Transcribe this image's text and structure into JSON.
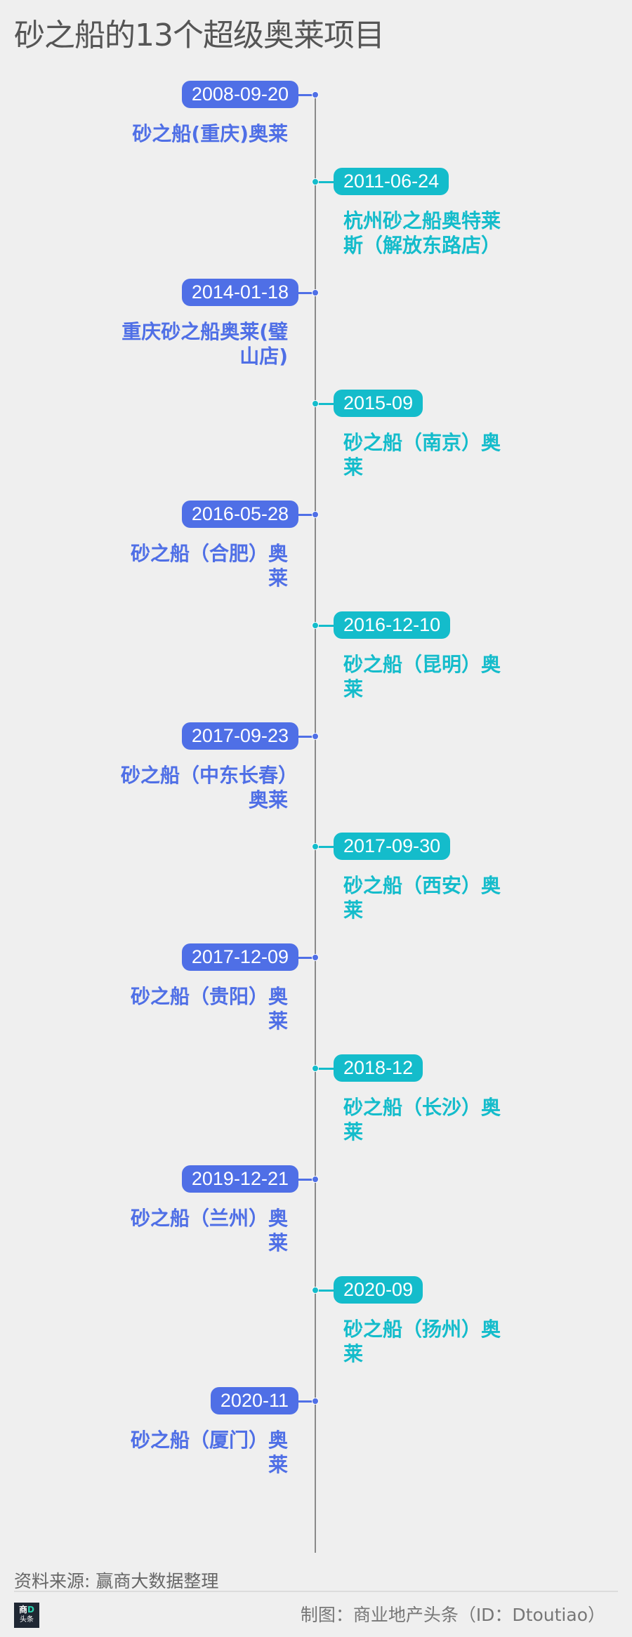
{
  "title": "砂之船的13个超级奥莱项目",
  "colors": {
    "left": "#4f6fe6",
    "right": "#14bccb",
    "axis": "#8a8a8a",
    "background": "#efefef"
  },
  "events": [
    {
      "date": "2008-09-20",
      "name": "砂之船(重庆)奥莱",
      "side": "left"
    },
    {
      "date": "2011-06-24",
      "name": "杭州砂之船奥特莱斯（解放东路店）",
      "side": "right"
    },
    {
      "date": "2014-01-18",
      "name": "重庆砂之船奥莱(璧山店)",
      "side": "left"
    },
    {
      "date": "2015-09",
      "name": "砂之船（南京）奥莱",
      "side": "right"
    },
    {
      "date": "2016-05-28",
      "name": "砂之船（合肥）奥莱",
      "side": "left"
    },
    {
      "date": "2016-12-10",
      "name": "砂之船（昆明）奥莱",
      "side": "right"
    },
    {
      "date": "2017-09-23",
      "name": "砂之船（中东长春）奥莱",
      "side": "left"
    },
    {
      "date": "2017-09-30",
      "name": "砂之船（西安）奥莱",
      "side": "right"
    },
    {
      "date": "2017-12-09",
      "name": "砂之船（贵阳）奥莱",
      "side": "left"
    },
    {
      "date": "2018-12",
      "name": "砂之船（长沙）奥莱",
      "side": "right"
    },
    {
      "date": "2019-12-21",
      "name": "砂之船（兰州）奥莱",
      "side": "left"
    },
    {
      "date": "2020-09",
      "name": "砂之船（扬州）奥莱",
      "side": "right"
    },
    {
      "date": "2020-11",
      "name": "砂之船（厦门）奥莱",
      "side": "left"
    }
  ],
  "footer": {
    "source": "资料来源: 赢商大数据整理",
    "credit": "制图：商业地产头条（ID：Dtoutiao）",
    "logo_text": "商D头条"
  }
}
